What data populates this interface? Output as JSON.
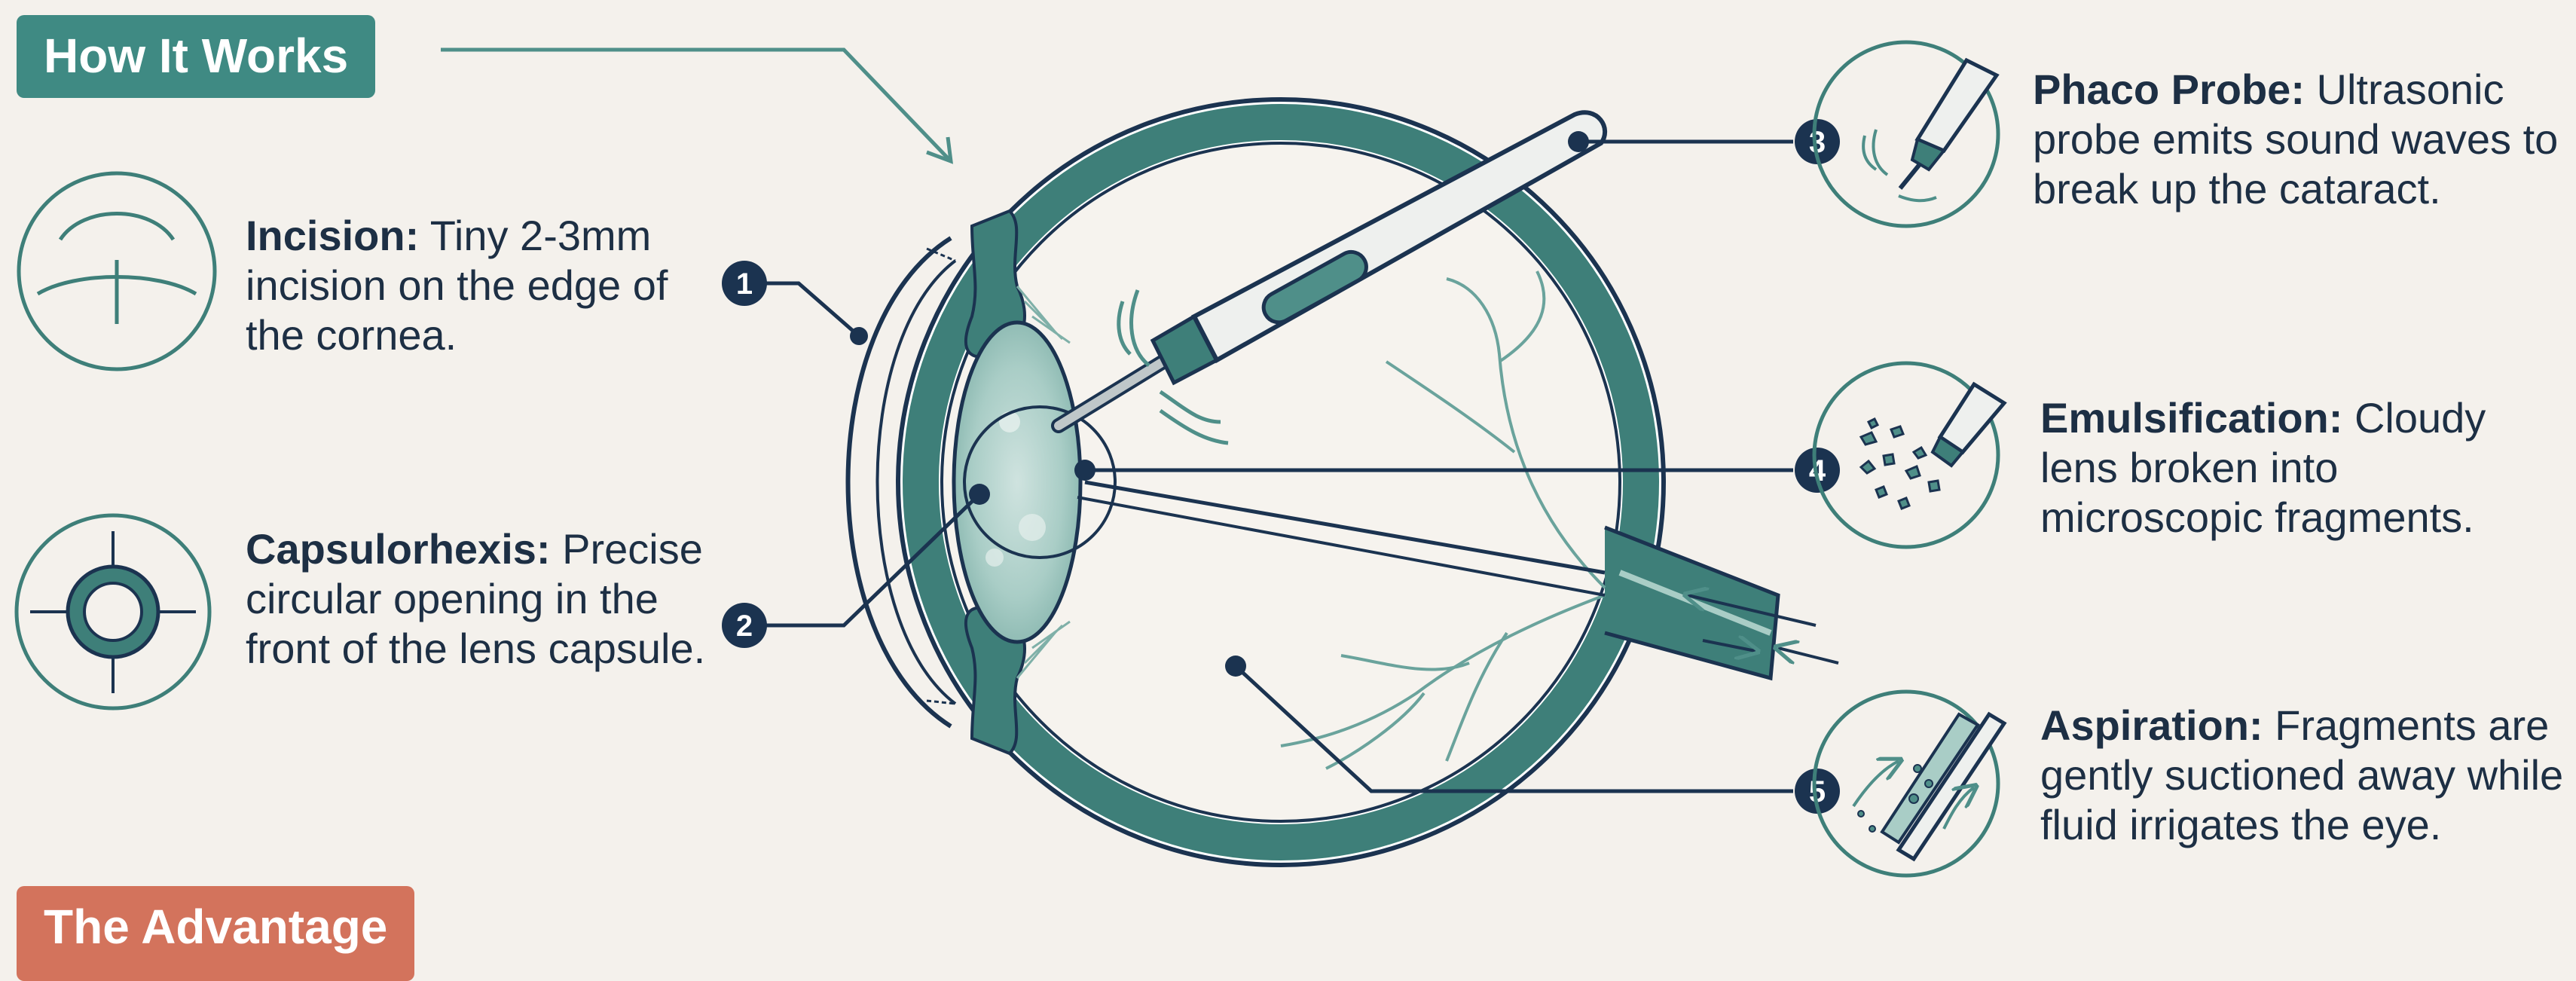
{
  "headers": {
    "how_it_works": "How It Works",
    "the_advantage": "The Advantage"
  },
  "steps": [
    {
      "number": "1",
      "title": "Incision:",
      "description": " Tiny 2-3mm incision on the edge of the cornea.",
      "icon": "incision-icon"
    },
    {
      "number": "2",
      "title": "Capsulorhexis:",
      "description": " Precise circular opening in the front of the lens capsule.",
      "icon": "capsulorhexis-icon"
    },
    {
      "number": "3",
      "title": "Phaco Probe:",
      "description": " Ultrasonic probe emits sound waves to break up the cataract.",
      "icon": "probe-icon"
    },
    {
      "number": "4",
      "title": "Emulsification:",
      "description": " Cloudy lens broken into microscopic fragments.",
      "icon": "emulsification-icon"
    },
    {
      "number": "5",
      "title": "Aspiration:",
      "description": " Fragments are gently suctioned away while fluid irrigates the eye.",
      "icon": "aspiration-icon"
    }
  ],
  "colors": {
    "teal_dark": "#2f6f6b",
    "teal_mid": "#4f8f89",
    "teal_light": "#a9cdc6",
    "navy": "#1b3350",
    "background": "#f4f1ec",
    "accent_orange": "#d3735c"
  }
}
